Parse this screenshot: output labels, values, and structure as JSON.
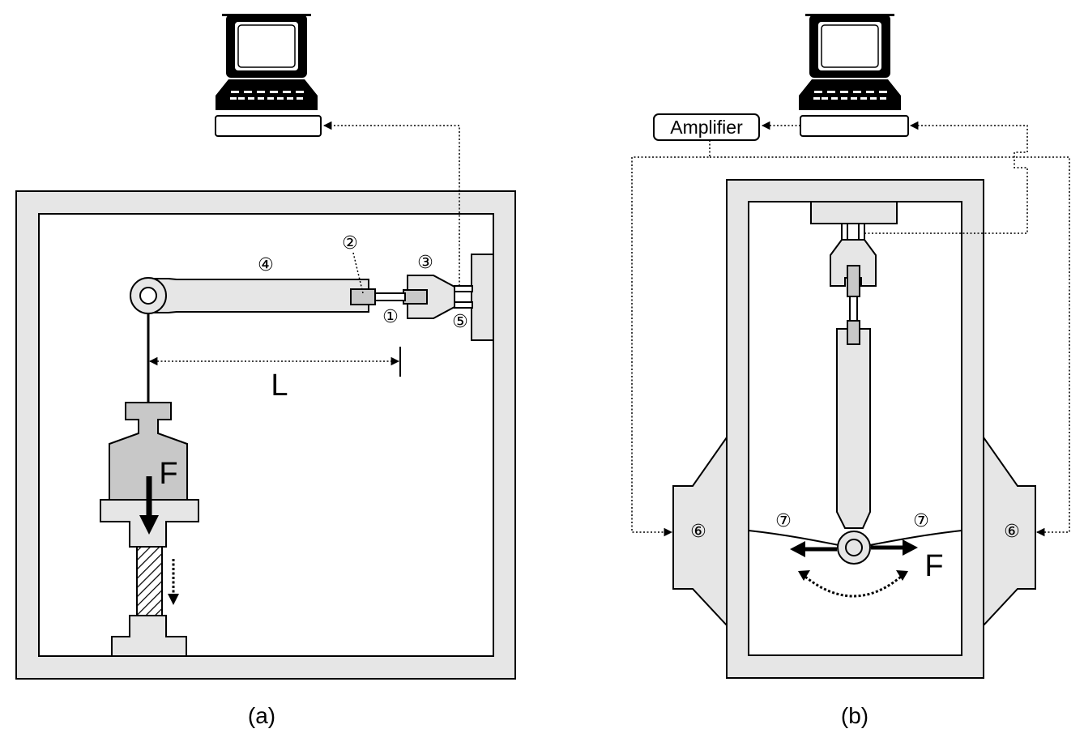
{
  "panel_a": {
    "caption": "(a)",
    "labels": {
      "marker_1": "①",
      "marker_2": "②",
      "marker_3": "③",
      "marker_4": "④",
      "marker_5": "⑤",
      "length": "L",
      "force": "F"
    }
  },
  "panel_b": {
    "caption": "(b)",
    "amplifier": "Amplifier",
    "labels": {
      "marker_6_left": "⑥",
      "marker_6_right": "⑥",
      "marker_7_left": "⑦",
      "marker_7_right": "⑦",
      "force": "F"
    }
  },
  "icons": [
    "computer-icon",
    "computer-icon"
  ]
}
